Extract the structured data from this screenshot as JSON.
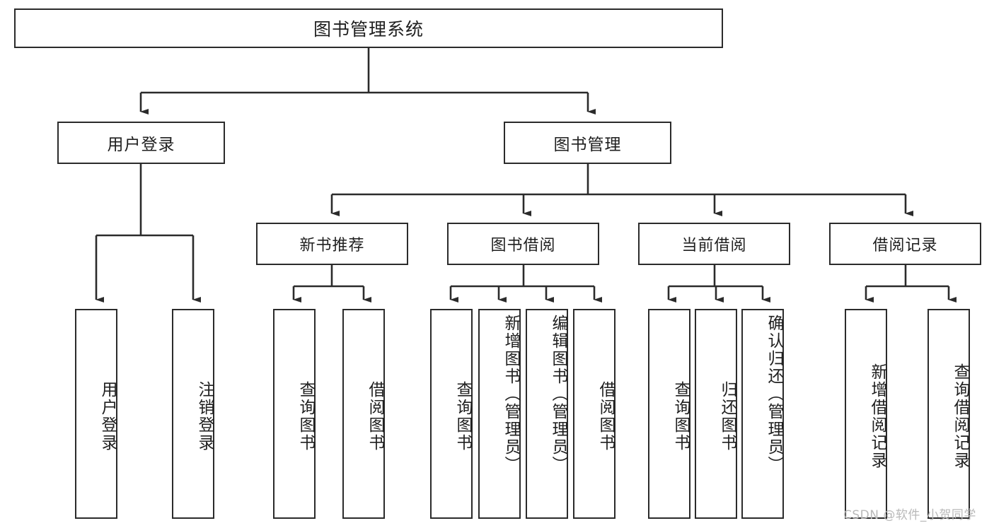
{
  "diagram": {
    "title": "图书管理系统",
    "type": "tree-hierarchy",
    "root": {
      "label": "图书管理系统"
    },
    "level1": [
      {
        "label": "用户登录"
      },
      {
        "label": "图书管理"
      }
    ],
    "level2": [
      {
        "label": "新书推荐"
      },
      {
        "label": "图书借阅"
      },
      {
        "label": "当前借阅"
      },
      {
        "label": "借阅记录"
      }
    ],
    "leaves": {
      "user_login": [
        {
          "label": "用户登录"
        },
        {
          "label": "注销登录"
        }
      ],
      "new_book_recommend": [
        {
          "label": "查询图书"
        },
        {
          "label": "借阅图书"
        }
      ],
      "book_borrow": [
        {
          "label": "查询图书"
        },
        {
          "label": "新增图书（管理员）"
        },
        {
          "label": "编辑图书（管理员）"
        },
        {
          "label": "借阅图书"
        }
      ],
      "current_borrow": [
        {
          "label": "查询图书"
        },
        {
          "label": "归还图书"
        },
        {
          "label": "确认归还（管理员）"
        }
      ],
      "borrow_record": [
        {
          "label": "新增借阅记录"
        },
        {
          "label": "查询借阅记录"
        }
      ]
    }
  },
  "watermark": {
    "text": "CSDN @软件_小贺同学"
  },
  "colors": {
    "stroke": "#2b2b2b",
    "background": "#ffffff",
    "text": "#1f1f1f",
    "watermark": "#b9b9b9"
  }
}
